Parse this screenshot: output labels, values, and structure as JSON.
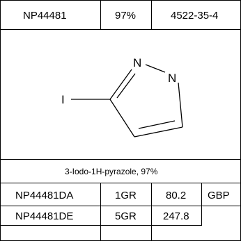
{
  "catalog": {
    "id": "NP44481",
    "purity": "97%",
    "cas": "4522-35-4"
  },
  "structure": {
    "atom_labels": {
      "iodine": "I",
      "n1": "N",
      "n2": "N"
    }
  },
  "product": {
    "name": "3-Iodo-1H-pyrazole, 97%"
  },
  "pricing": {
    "rows": [
      {
        "sku": "NP44481DA",
        "size": "1GR",
        "price": "80.2",
        "currency": "GBP"
      },
      {
        "sku": "NP44481DE",
        "size": "5GR",
        "price": "247.8",
        "currency": ""
      }
    ]
  }
}
